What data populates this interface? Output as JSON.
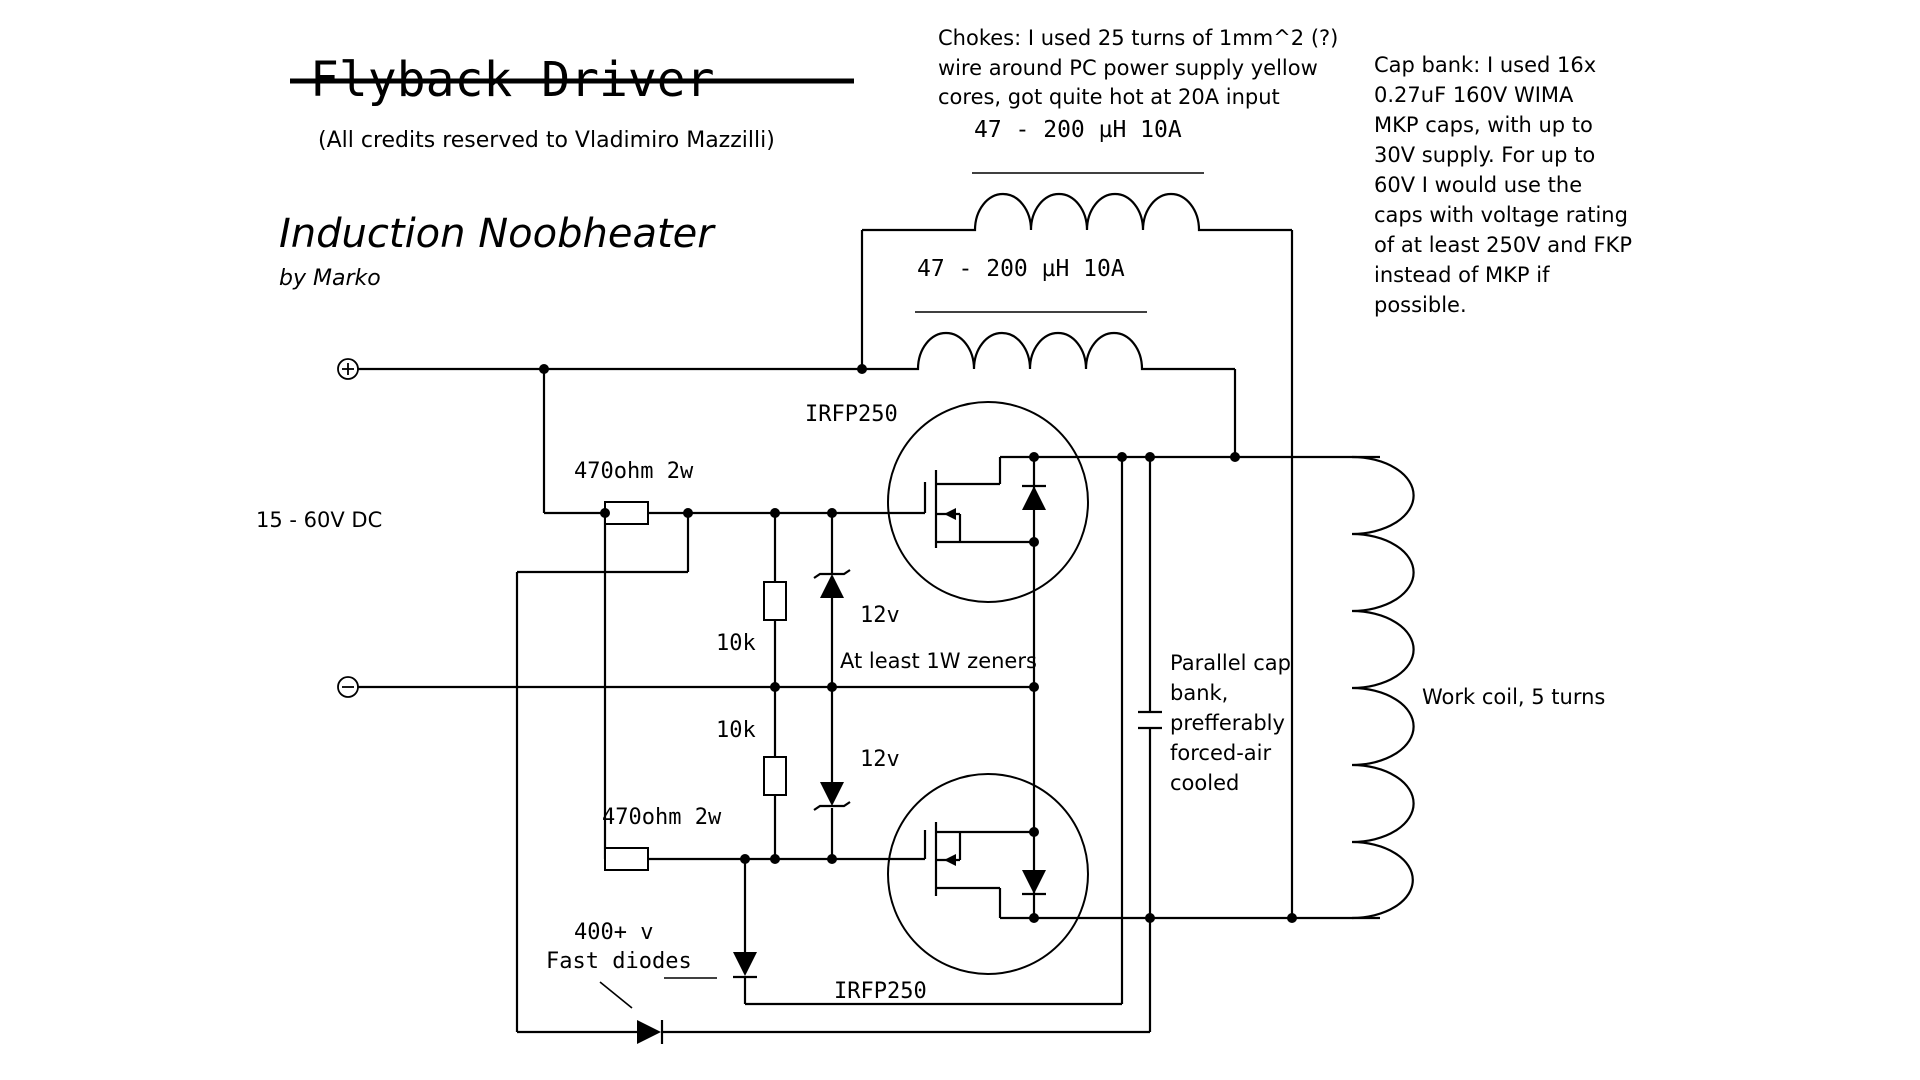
{
  "title": {
    "struck": "Flyback Driver",
    "credits": "(All credits reserved to Vladimiro Mazzilli)",
    "main": "Induction Noobheater",
    "author": "by Marko"
  },
  "notes": {
    "chokes": [
      "Chokes: I used 25 turns of 1mm^2 (?)",
      "wire around PC power supply yellow",
      "cores, got quite hot at 20A input"
    ],
    "cap_bank": [
      "Cap bank: I used 16x",
      "0.27uF 160V WIMA",
      "MKP caps, with up to",
      "30V supply. For up to",
      "60V I would use the",
      "caps with voltage rating",
      "of at least 250V and FKP",
      "instead of MKP if",
      "possible."
    ]
  },
  "labels": {
    "choke1": "47 - 200 µH 10A",
    "choke2": "47 - 200 µH 10A",
    "supply": "15 - 60V DC",
    "plus": "+",
    "minus": "−",
    "mosfet_top": "IRFP250",
    "mosfet_bottom": "IRFP250",
    "res_top": "470ohm 2w",
    "res_bottom": "470ohm 2w",
    "r10k_top": "10k",
    "r10k_bottom": "10k",
    "zener_top": "12v",
    "zener_bottom": "12v",
    "zener_note": "At least 1W zeners",
    "cap_bank": [
      "Parallel cap",
      "bank,",
      "prefferably",
      "forced-air",
      "cooled"
    ],
    "fast_diodes": [
      "400+ v",
      "Fast diodes"
    ],
    "work_coil": "Work coil, 5 turns"
  }
}
